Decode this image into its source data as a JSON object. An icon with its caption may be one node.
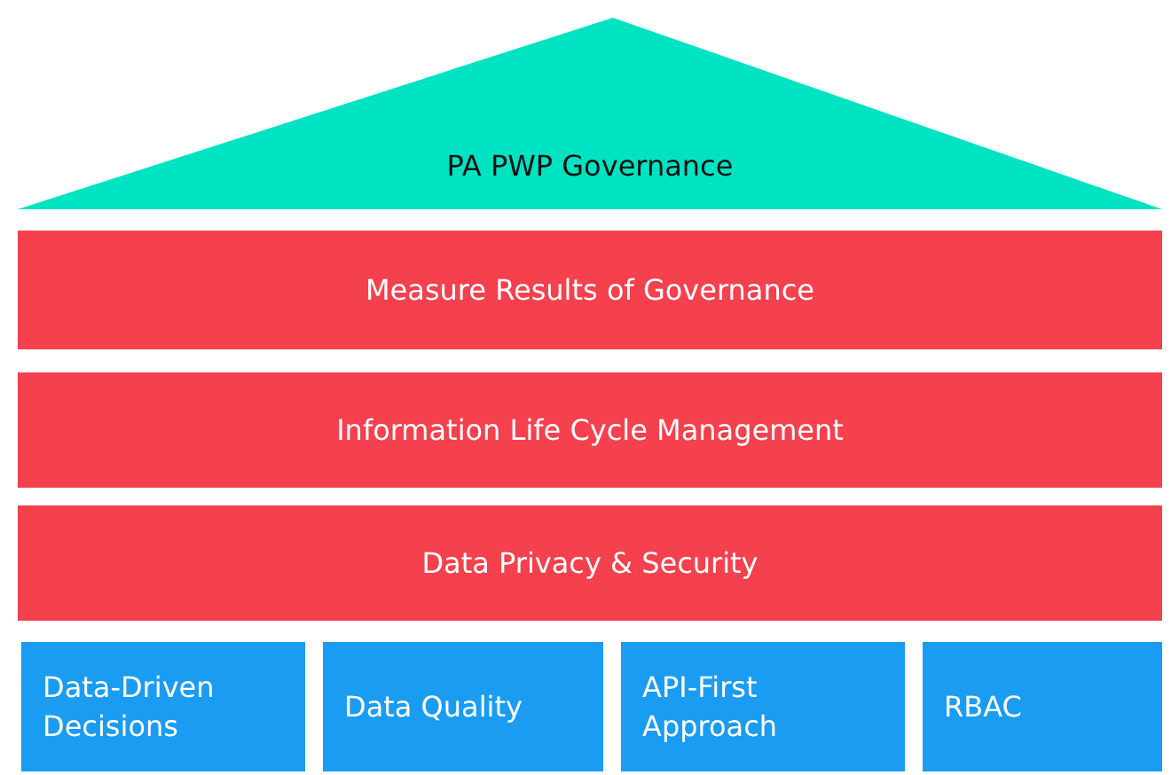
{
  "diagram": {
    "nodes": [
      {
        "text": [
          "PA PWP Governance"
        ]
      },
      {
        "text": [
          "Measure Results of Governance"
        ]
      },
      {
        "text": [
          "Information Life Cycle Management"
        ]
      },
      {
        "text": [
          "Data Privacy & Security"
        ]
      },
      {
        "text": [
          "Data-Driven Decisions"
        ]
      },
      {
        "text": [
          "Data Quality"
        ]
      },
      {
        "text": [
          "API-First Approach"
        ]
      },
      {
        "text": [
          "RBAC"
        ]
      }
    ]
  }
}
